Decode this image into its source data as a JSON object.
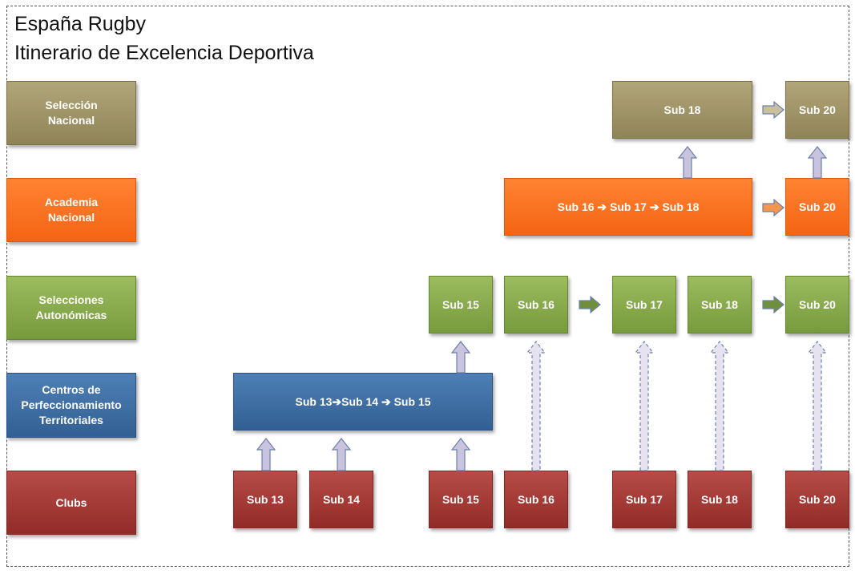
{
  "title": {
    "line1": "España Rugby",
    "line2": "Itinerario de Excelencia Deportiva"
  },
  "levels": {
    "seleccion_nacional": {
      "line1": "Selección",
      "line2": "Nacional"
    },
    "academia_nacional": {
      "line1": "Academia",
      "line2": "Nacional"
    },
    "selecciones_autonomicas": {
      "line1": "Selecciones",
      "line2": "Autonómicas"
    },
    "centros": {
      "line1": "Centros de",
      "line2": "Perfeccionamiento",
      "line3": "Territoriales"
    },
    "clubs": {
      "line1": "Clubs"
    }
  },
  "seleccion_nacional": {
    "sub18": "Sub 18",
    "sub20": "Sub 20"
  },
  "academia_nacional": {
    "sub16": "Sub 16",
    "sub17": "Sub 17",
    "sub18": "Sub 18",
    "sub20": "Sub 20"
  },
  "selecciones_autonomicas": {
    "sub15": "Sub 15",
    "sub16": "Sub 16",
    "sub17": "Sub 17",
    "sub18": "Sub 18",
    "sub20": "Sub 20"
  },
  "centros": {
    "sub13": "Sub 13",
    "sub14": "Sub 14",
    "sub15": "Sub 15"
  },
  "clubs": {
    "sub13": "Sub 13",
    "sub14": "Sub 14",
    "sub15": "Sub 15",
    "sub16": "Sub 16",
    "sub17": "Sub 17",
    "sub18": "Sub 18",
    "sub20": "Sub 20"
  },
  "arrow_glyph": "➔",
  "colors": {
    "seleccion_nacional": "#9f9568",
    "academia_nacional": "#f46c20",
    "selecciones_autonomicas": "#86a84a",
    "centros": "#3e6ea3",
    "clubs": "#a43a36",
    "arrow_up_fill": "#c9c3dd",
    "arrow_up_stroke": "#6c7fb0"
  }
}
